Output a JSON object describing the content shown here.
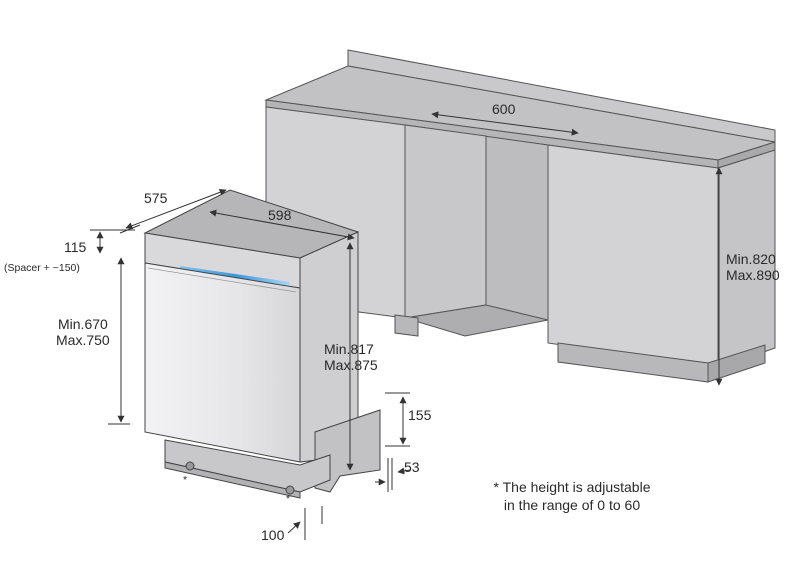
{
  "dimensions": {
    "cabinet_width": "600",
    "unit_depth": "575",
    "unit_width": "598",
    "top_clearance": "115",
    "spacer_note": "(Spacer + ~150)",
    "door_height_min": "Min.670",
    "door_height_max": "Max.750",
    "unit_height_min": "Min.817",
    "unit_height_max": "Max.875",
    "cabinet_height_min": "Min.820",
    "cabinet_height_max": "Max.890",
    "plinth_height": "155",
    "plinth_depth": "53",
    "door_overhang": "100",
    "foot_marker_left": "*",
    "foot_marker_right": "*"
  },
  "footnote": {
    "line1": "* The height is adjustable",
    "line2": "in the range of 0 to 60"
  },
  "colors": {
    "cabinet_top": "#c4c4c6",
    "cabinet_front": "#d2d2d4",
    "cabinet_recess": "#b9b9bb",
    "unit_side": "#cfcfd1",
    "unit_door": "#ececee",
    "control_panel": "#d7d7d9",
    "led_strip": "#5aa9e6",
    "outline": "#444444",
    "dimension_line": "#333333"
  }
}
